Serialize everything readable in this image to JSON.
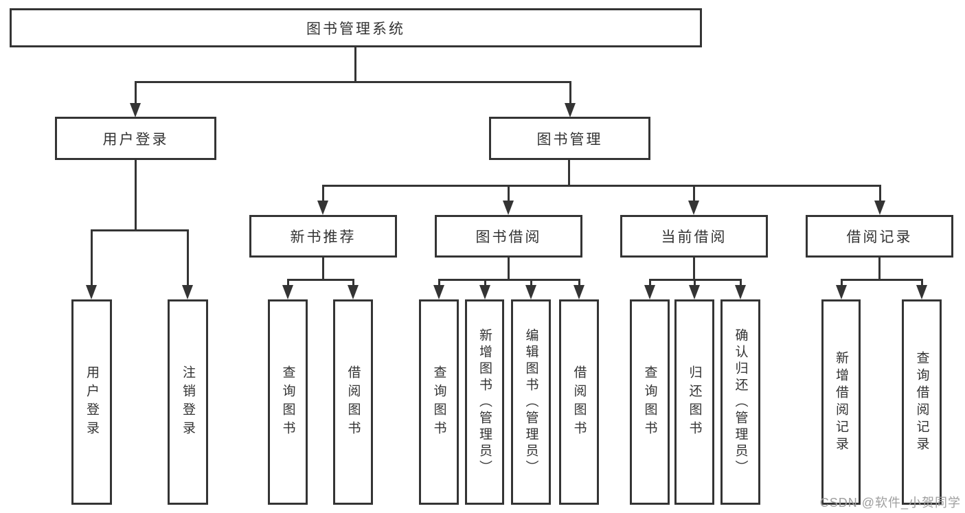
{
  "tree": {
    "root": "图书管理系统",
    "login": {
      "label": "用户登录",
      "leaves": [
        "用户登录",
        "注销登录"
      ]
    },
    "manage": {
      "label": "图书管理",
      "groups": [
        {
          "label": "新书推荐",
          "leaves": [
            "查询图书",
            "借阅图书"
          ]
        },
        {
          "label": "图书借阅",
          "leaves": [
            "查询图书",
            "新增图书（管理员）",
            "编辑图书（管理员）",
            "借阅图书"
          ]
        },
        {
          "label": "当前借阅",
          "leaves": [
            "查询图书",
            "归还图书",
            "确认归还（管理员）"
          ]
        },
        {
          "label": "借阅记录",
          "leaves": [
            "新增借阅记录",
            "查询借阅记录"
          ]
        }
      ]
    }
  },
  "watermark": "CSDN @软件_小贺同学",
  "colors": {
    "line": "#343434",
    "text": "#333333",
    "watermark": "#9e9e9e",
    "background": "#ffffff"
  }
}
